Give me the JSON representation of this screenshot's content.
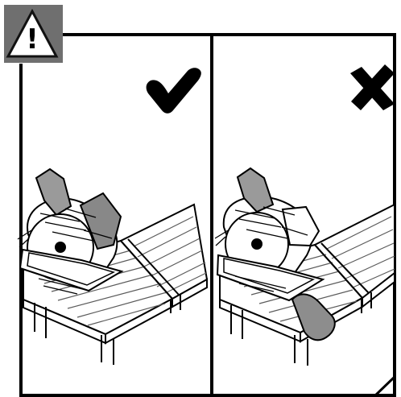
{
  "warning": {
    "icon": "warning-triangle-icon",
    "symbol": "!",
    "background": "#6f6f6f",
    "foreground": "#ffffff"
  },
  "panels": [
    {
      "id": "correct",
      "mark_icon": "checkmark-icon",
      "meaning": "correct"
    },
    {
      "id": "incorrect",
      "mark_icon": "cross-icon",
      "meaning": "incorrect"
    }
  ],
  "colors": {
    "line": "#000000",
    "hatch": "#4a4a4a",
    "shade": "#8d8d8d",
    "paper": "#ffffff"
  }
}
